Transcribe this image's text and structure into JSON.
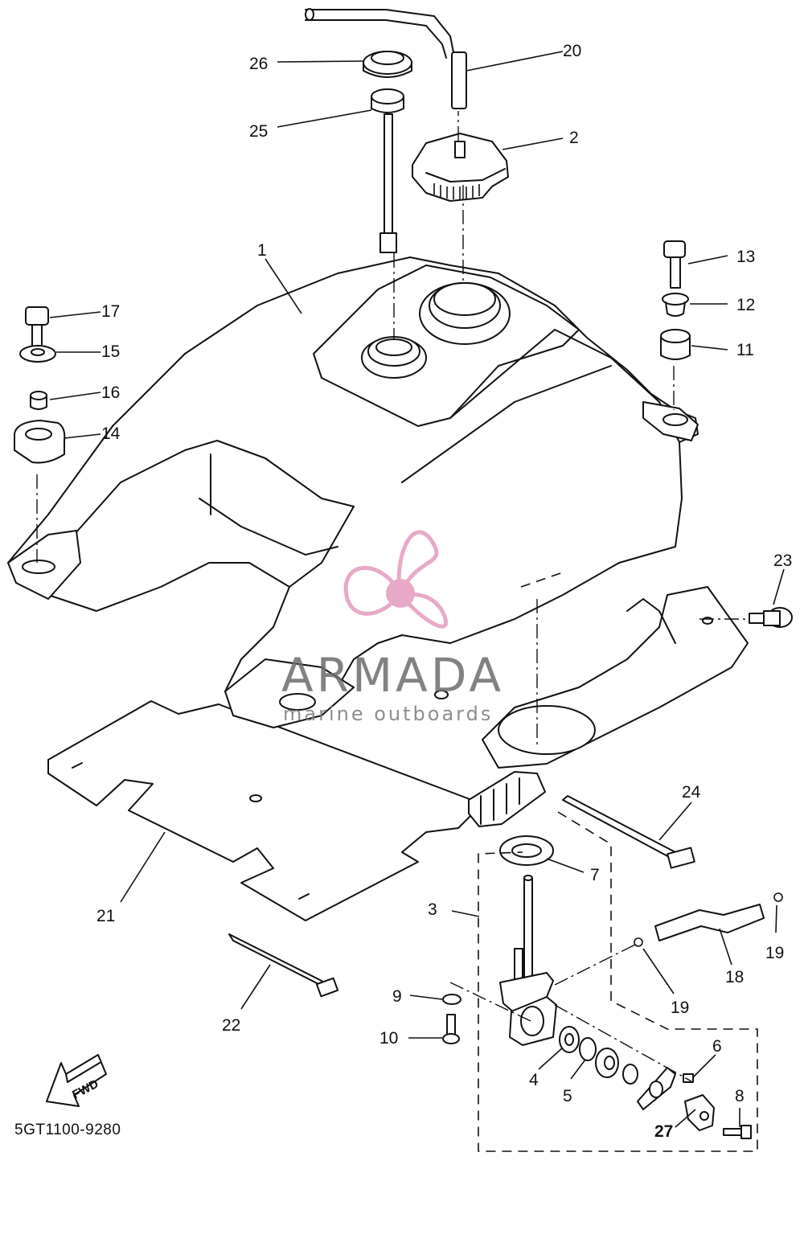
{
  "diagram": {
    "part_code": "5GT1100-9280",
    "fwd_label": "FWD",
    "watermark": {
      "brand": "ARMADA",
      "tagline": "marine outboards",
      "brand_color": "#e8a9c8"
    },
    "callouts": {
      "c1": "1",
      "c2": "2",
      "c3": "3",
      "c4": "4",
      "c5": "5",
      "c6": "6",
      "c7": "7",
      "c8": "8",
      "c9": "9",
      "c10": "10",
      "c11": "11",
      "c12": "12",
      "c13": "13",
      "c14": "14",
      "c15": "15",
      "c16": "16",
      "c17": "17",
      "c18": "18",
      "c19a": "19",
      "c19b": "19",
      "c20": "20",
      "c21": "21",
      "c22": "22",
      "c23": "23",
      "c24": "24",
      "c25": "25",
      "c26": "26",
      "c27": "27"
    }
  }
}
